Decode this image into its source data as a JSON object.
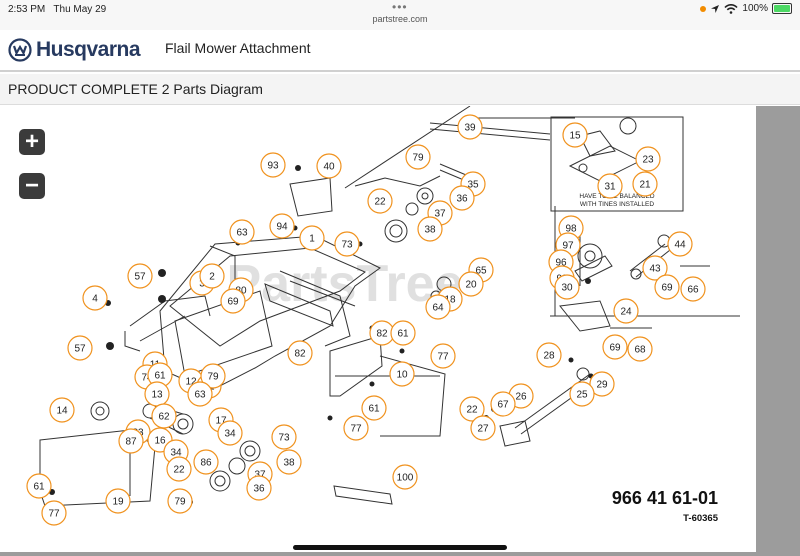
{
  "status_bar": {
    "time": "2:53 PM",
    "date": "Thu May 29",
    "more": "•••",
    "url": "partstree.com",
    "battery": "100%",
    "battery_level": 1.0
  },
  "header": {
    "logo_text": "Husqvarna",
    "title": "Flail Mower Attachment"
  },
  "page": {
    "title": "PRODUCT COMPLETE 2 Parts Diagram"
  },
  "zoom": {
    "plus": "+",
    "minus": "−"
  },
  "diagram": {
    "watermark": "PartsTree",
    "part_number": "966 41 61-01",
    "drawing_number": "T-60365",
    "inset_note_1": "HAVE TO BE BALANCED",
    "inset_note_2": "WITH TINES INSTALLED",
    "callouts": [
      "39",
      "79",
      "15",
      "23",
      "31",
      "21",
      "93",
      "40",
      "35",
      "22",
      "36",
      "37",
      "94",
      "1",
      "63",
      "73",
      "38",
      "98",
      "44",
      "97",
      "96",
      "57",
      "4",
      "3",
      "80",
      "2",
      "69",
      "65",
      "20",
      "18",
      "64",
      "99",
      "30",
      "43",
      "69",
      "66",
      "24",
      "82",
      "61",
      "77",
      "57",
      "82",
      "11",
      "74",
      "61",
      "12",
      "81",
      "79",
      "13",
      "63",
      "10",
      "28",
      "69",
      "68",
      "14",
      "62",
      "83",
      "87",
      "16",
      "17",
      "34",
      "73",
      "26",
      "29",
      "25",
      "22",
      "67",
      "27",
      "61",
      "77",
      "34",
      "86",
      "22",
      "37",
      "38",
      "36",
      "79",
      "61",
      "77",
      "19",
      "100"
    ]
  },
  "colors": {
    "callout_ring": "#f0921e",
    "logo_blue": "#273a60"
  }
}
